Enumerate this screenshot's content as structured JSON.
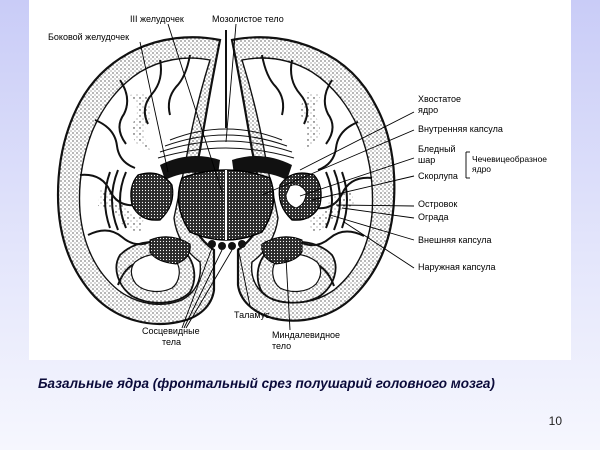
{
  "labels": {
    "third_ventricle": "III желудочек",
    "corpus_callosum": "Мозолистое тело",
    "lateral_ventricle": "Боковой желудочек",
    "caudate_line1": "Хвостатое",
    "caudate_line2": "ядро",
    "internal_capsule": "Внутренняя капсула",
    "globus_line1": "Бледный",
    "globus_line2": "шар",
    "lentiform_line1": "Чечевицеобразное",
    "lentiform_line2": "ядро",
    "putamen": "Скорлупа",
    "insula": "Островок",
    "claustrum": "Ограда",
    "external_capsule": "Внешняя капсула",
    "extreme_capsule": "Наружная капсула",
    "thalamus": "Таламус",
    "mammillary_line1": "Сосцевидные",
    "mammillary_line2": "тела",
    "amygdala_line1": "Миндалевидное",
    "amygdala_line2": "тело"
  },
  "caption": "Базальные ядра (фронтальный срез полушарий головного мозга)",
  "page_number": "10"
}
